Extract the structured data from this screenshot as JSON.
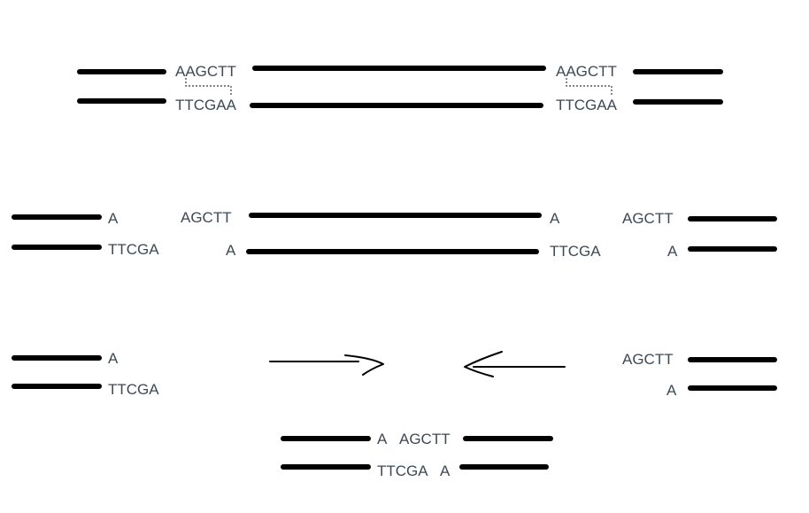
{
  "stage1": {
    "left_top_seq": "AAGCTT",
    "left_bottom_seq": "TTCGAA",
    "right_top_seq": "AAGCTT",
    "right_bottom_seq": "TTCGAA"
  },
  "stage2": {
    "left_top_a": "A",
    "left_top_b": "AGCTT",
    "left_bottom_a": "TTCGA",
    "left_bottom_b": "A",
    "right_top_a": "A",
    "right_top_b": "AGCTT",
    "right_bottom_a": "TTCGA",
    "right_bottom_b": "A"
  },
  "stage3": {
    "left_top": "A",
    "left_bottom": "TTCGA",
    "right_top": "AGCTT",
    "right_bottom": "A"
  },
  "stage4": {
    "top_a": "A",
    "top_b": "AGCTT",
    "bottom_a": "TTCGA",
    "bottom_b": "A"
  }
}
